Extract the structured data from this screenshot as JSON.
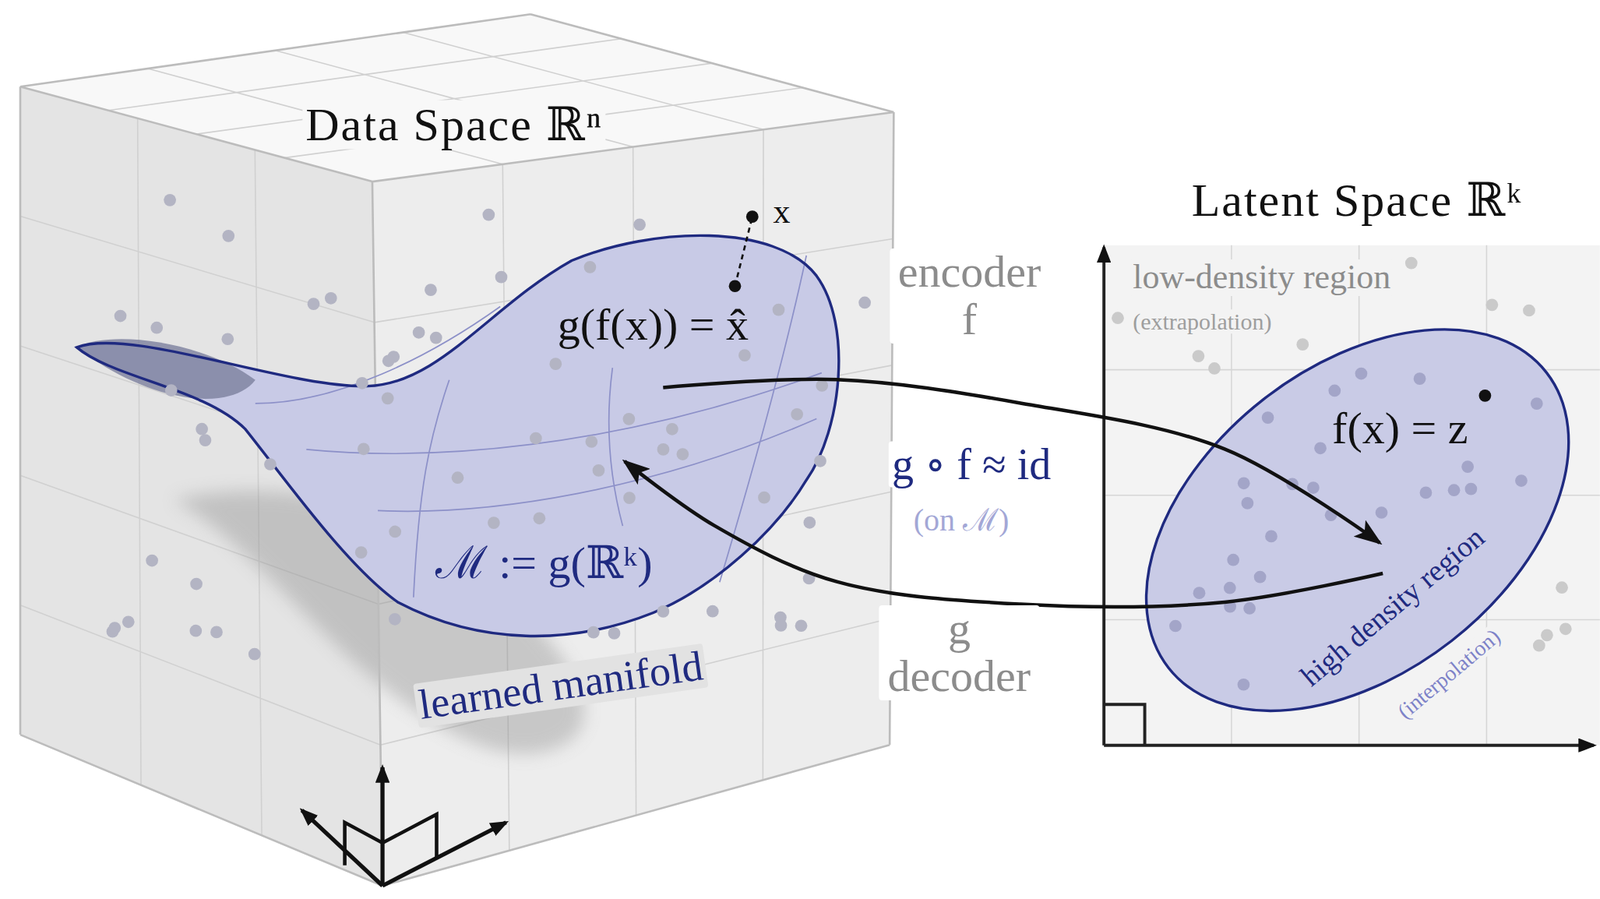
{
  "diagram": {
    "nodes": [
      {
        "text": [
          "Data Space ℝⁿ"
        ]
      },
      {
        "text": [
          "g(f(x)) = x̂",
          "ℳ := g(ℝᵏ)",
          "learned manifold"
        ],
        "in": 0
      },
      {
        "text": [
          "Latent Space ℝᵏ",
          "low-density region",
          "(extrapolation)"
        ]
      },
      {
        "text": [
          "f(x) = z",
          "high density region",
          "(interpolation)"
        ],
        "in": 2
      }
    ],
    "edges": [
      {
        "from": 1,
        "to": 3,
        "arrow": "to",
        "label": "encoder f"
      },
      {
        "from": 3,
        "to": 1,
        "arrow": "to",
        "label": "g decoder"
      }
    ],
    "labels": [
      "x",
      "g ∘ f ≈ id",
      "(on ℳ)"
    ]
  }
}
